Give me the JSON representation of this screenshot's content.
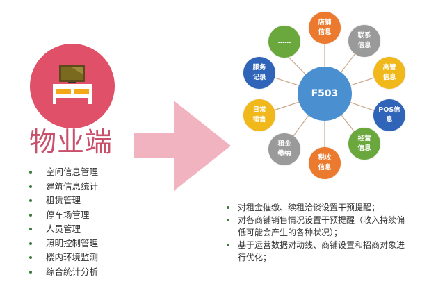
{
  "left": {
    "title": "物业端",
    "icon": "tv-cabinet-icon",
    "items": [
      "空间信息管理",
      "建筑信息统计",
      "租赁管理",
      "停车场管理",
      "人员管理",
      "照明控制管理",
      "楼内环境监测",
      "综合统计分析"
    ]
  },
  "arrow": {
    "icon": "arrow-right-icon",
    "color": "#f2b3c0"
  },
  "hub": {
    "label": "F503",
    "color": "#4a8fd0"
  },
  "nodes": [
    {
      "label": "……",
      "color": "#6aa83e"
    },
    {
      "label": "店铺信息",
      "color": "#ec7a2e"
    },
    {
      "label": "联系信息",
      "color": "#9a9a9a"
    },
    {
      "label": "高管信息",
      "color": "#f1b81c"
    },
    {
      "label": "POS信息",
      "color": "#2f64b8"
    },
    {
      "label": "经营信息",
      "color": "#6aa83e"
    },
    {
      "label": "税收信息",
      "color": "#ec7a2e"
    },
    {
      "label": "租金缴纳",
      "color": "#9a9a9a"
    },
    {
      "label": "日常销售",
      "color": "#f1b81c"
    },
    {
      "label": "服务记录",
      "color": "#2f64b8"
    }
  ],
  "notes": [
    "对租金催缴、续租洽谈设置干预提醒；",
    "对各商铺销售情况设置干预提醒（收入持续偏低可能会产生的各种状况）；",
    "基于运营数据对动线、商铺设置和招商对象进行优化；"
  ]
}
